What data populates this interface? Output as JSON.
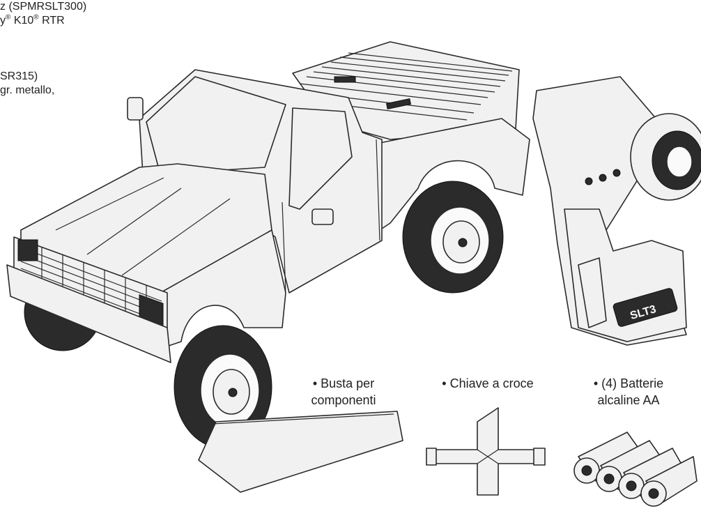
{
  "intro": {
    "line1": "z (SPMRSLT300)",
    "line2_a": "y",
    "line2_b": " K10",
    "line2_c": " RTR",
    "reg_mark": "®",
    "line3": "SR315)",
    "line4": "gr. metallo,"
  },
  "items": [
    {
      "bullet": "•",
      "label_line1": "Busta per",
      "label_line2": "componenti"
    },
    {
      "bullet": "•",
      "label_line1": "Chiave a croce",
      "label_line2": ""
    },
    {
      "bullet": "•",
      "label_line1": "(4) Batterie",
      "label_line2": "alcaline AA"
    }
  ],
  "transmitter_badge": "SLT3",
  "colors": {
    "line": "#2a2a2a",
    "fill": "#f1f1f1",
    "dark": "#2b2b2b"
  }
}
